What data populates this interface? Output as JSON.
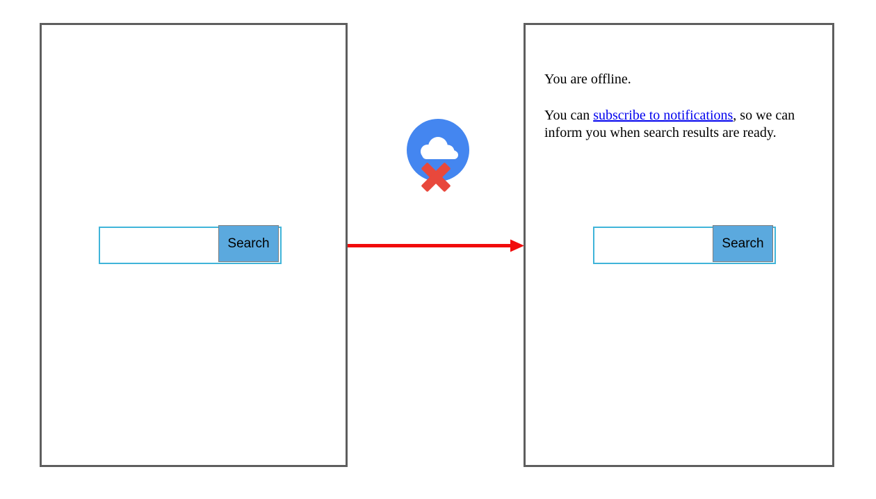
{
  "left_panel": {
    "search": {
      "input_value": "",
      "button_label": "Search"
    }
  },
  "right_panel": {
    "offline_message": "You are offline.",
    "notify_text_before": "You can ",
    "notify_link_label": "subscribe to notifications",
    "notify_text_after": ", so we can inform you when search results are ready.",
    "search": {
      "input_value": "",
      "button_label": "Search"
    }
  },
  "icons": {
    "offline_cloud": "cloud-with-x-offline-icon",
    "flow_arrow": "right-arrow-icon"
  },
  "colors": {
    "panel_border": "#5e5e5e",
    "search_button_bg": "#5ba9de",
    "search_input_border": "#3fb4d9",
    "link": "#0000ee",
    "arrow_red": "#f10c0c",
    "icon_circle_blue": "#4486f0",
    "icon_x_red": "#e8483c"
  }
}
